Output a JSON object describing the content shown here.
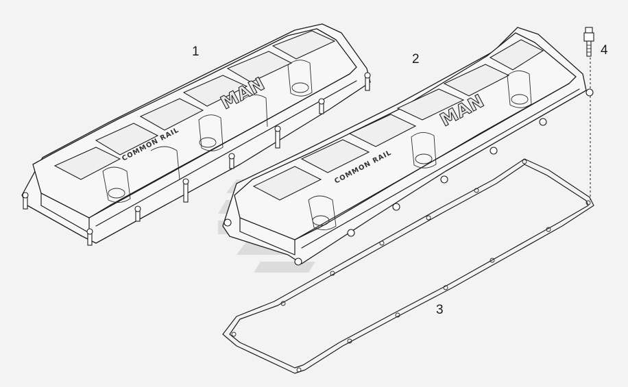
{
  "diagram": {
    "callouts": [
      {
        "id": "1",
        "label": "1"
      },
      {
        "id": "2",
        "label": "2"
      },
      {
        "id": "3",
        "label": "3"
      },
      {
        "id": "4",
        "label": "4"
      }
    ],
    "emboss": {
      "brand": "MAN",
      "small_text": "COMMON RAIL"
    },
    "colors": {
      "background": "#f3f3f3",
      "line": "#1c1c1c",
      "watermark": "#c9c9c9"
    }
  }
}
